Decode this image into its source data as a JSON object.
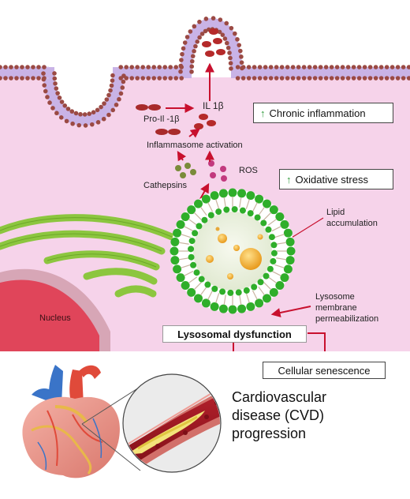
{
  "labels": {
    "il1b": "IL 1β",
    "pro_il1b": "Pro-Il -1β",
    "inflammasome": "Inflammasome activation",
    "ros": "ROS",
    "cathepsins": "Cathepsins",
    "lipid_accumulation": "Lipid\naccumulation",
    "lmp": "Lysosome\nmembrane\npermeabilization",
    "nucleus": "Nucleus",
    "lysosomal_dysfunction": "Lysosomal dysfunction",
    "cellular_senescence": "Cellular senescence",
    "cvd": "Cardiovascular\ndisease (CVD)\nprogression"
  },
  "effects": {
    "chronic_inflammation": "Chronic inflammation",
    "oxidative_stress": "Oxidative stress",
    "up_glyph": "↑"
  },
  "colors": {
    "cytoplasm": "#f6d3ea",
    "membrane_head": "#9b4a44",
    "membrane_inner": "#c9b3e6",
    "arrow": "#c8102e",
    "lysosome_head": "#2fae2a",
    "lysosome_lumen": "#eef3e4",
    "nucleus": "#e0455a",
    "er": "#8cc63f",
    "effect_arrow": "#2e9b3a"
  }
}
